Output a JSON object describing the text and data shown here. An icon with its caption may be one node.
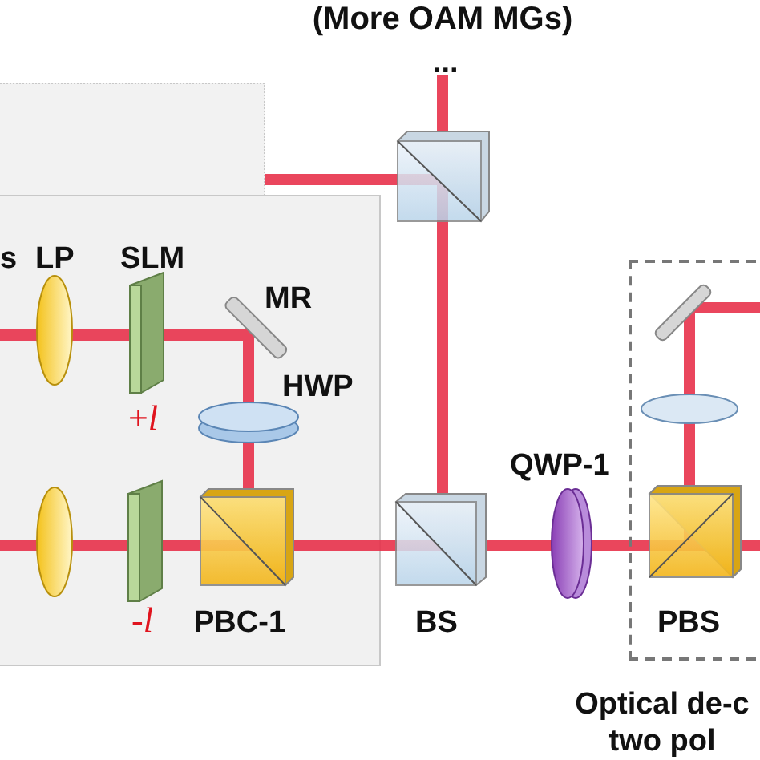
{
  "diagram": {
    "title": "(More OAM MGs)",
    "nodes": [
      {
        "text": [
          "Optical de-c two pol"
        ]
      }
    ],
    "labels": [
      "...",
      "s",
      "LP",
      "SLM",
      "MR",
      "HWP",
      "+*l*",
      "-*l*",
      "PBC-1",
      "BS",
      "QWP-1",
      "PBS"
    ]
  }
}
